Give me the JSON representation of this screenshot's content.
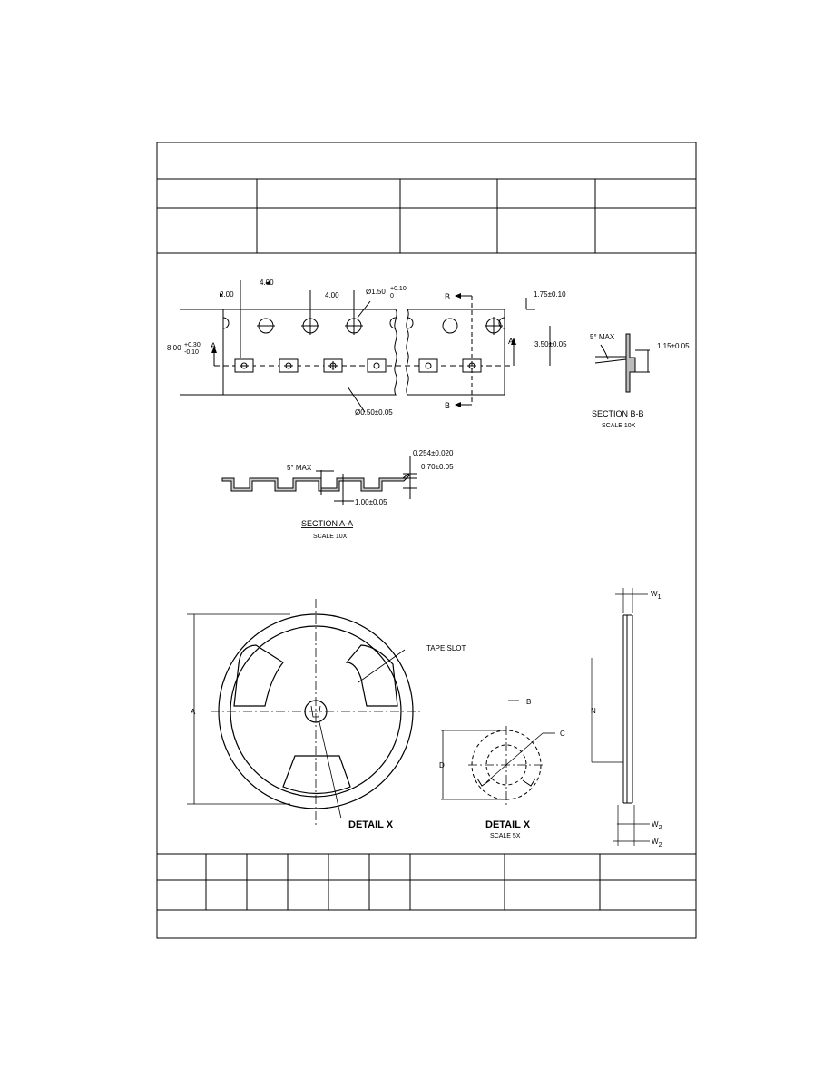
{
  "tape": {
    "dim_pitch_top": "4.00",
    "dim_pitch_mid": "4.00",
    "dim_edge_left": "2.00",
    "dim_hole_dia_main": "Ø1.50",
    "dim_hole_dia_tol_upper": "+0.10",
    "dim_hole_dia_tol_lower": "0",
    "dim_edge_right": "1.75±0.10",
    "dim_width_main": "8.00",
    "dim_width_tol_upper": "+0.30",
    "dim_width_tol_lower": "-0.10",
    "dim_row_spacing": "3.50±0.05",
    "dim_cavity_hole": "Ø0.50±0.05",
    "label_a": "A",
    "label_b": "B"
  },
  "section_bb": {
    "title": "SECTION B-B",
    "scale": "SCALE 10X",
    "angle": "5° MAX",
    "depth": "1.15±0.05"
  },
  "section_aa": {
    "title": "SECTION A-A",
    "scale": "SCALE 10X",
    "angle": "5° MAX",
    "thickness": "0.254±0.020",
    "cavity_depth": "0.70±0.05",
    "cavity_width": "1.00±0.05"
  },
  "reel": {
    "tape_slot": "TAPE SLOT",
    "label_a": "A",
    "label_n": "N",
    "label_w1": "W",
    "label_w1_sub": "1",
    "label_w2": "W",
    "label_w2_sub": "2",
    "label_w3": "W",
    "label_w3_sub": "2",
    "detail_x_ref": "DETAIL X"
  },
  "detail_x": {
    "title": "DETAIL X",
    "scale": "SCALE 5X",
    "label_b": "B",
    "label_c": "C",
    "label_d": "D"
  }
}
